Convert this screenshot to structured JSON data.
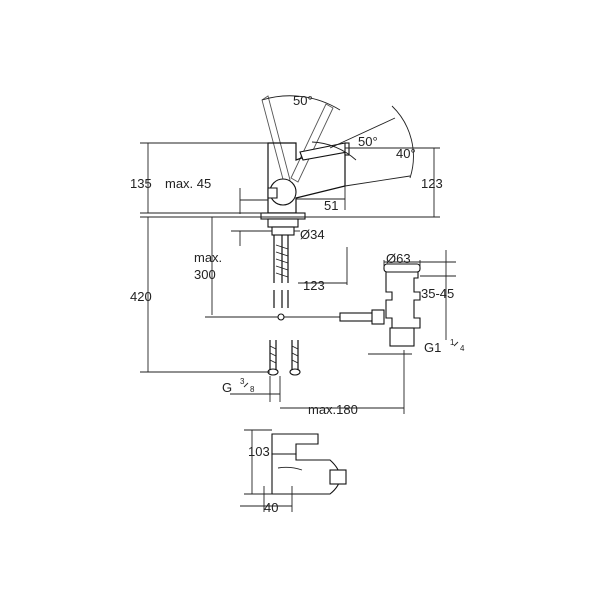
{
  "labels": {
    "angle_top": "50°",
    "angle_mid": "50°",
    "angle_right": "40°",
    "dim_135": "135",
    "dim_max45": "max. 45",
    "dim_123_right": "123",
    "dim_51": "51",
    "dim_d34": "Ø34",
    "dim_max": "max.",
    "dim_300": "300",
    "dim_420": "420",
    "dim_123_mid": "123",
    "dim_d63": "Ø63",
    "dim_35_45": "35-45",
    "dim_g1": "G1",
    "dim_g1_num": "1",
    "dim_g1_den": "4",
    "dim_g": "G",
    "dim_g_num": "3",
    "dim_g_den": "8",
    "dim_max180": "max.180",
    "dim_103": "103",
    "dim_40": "40"
  }
}
